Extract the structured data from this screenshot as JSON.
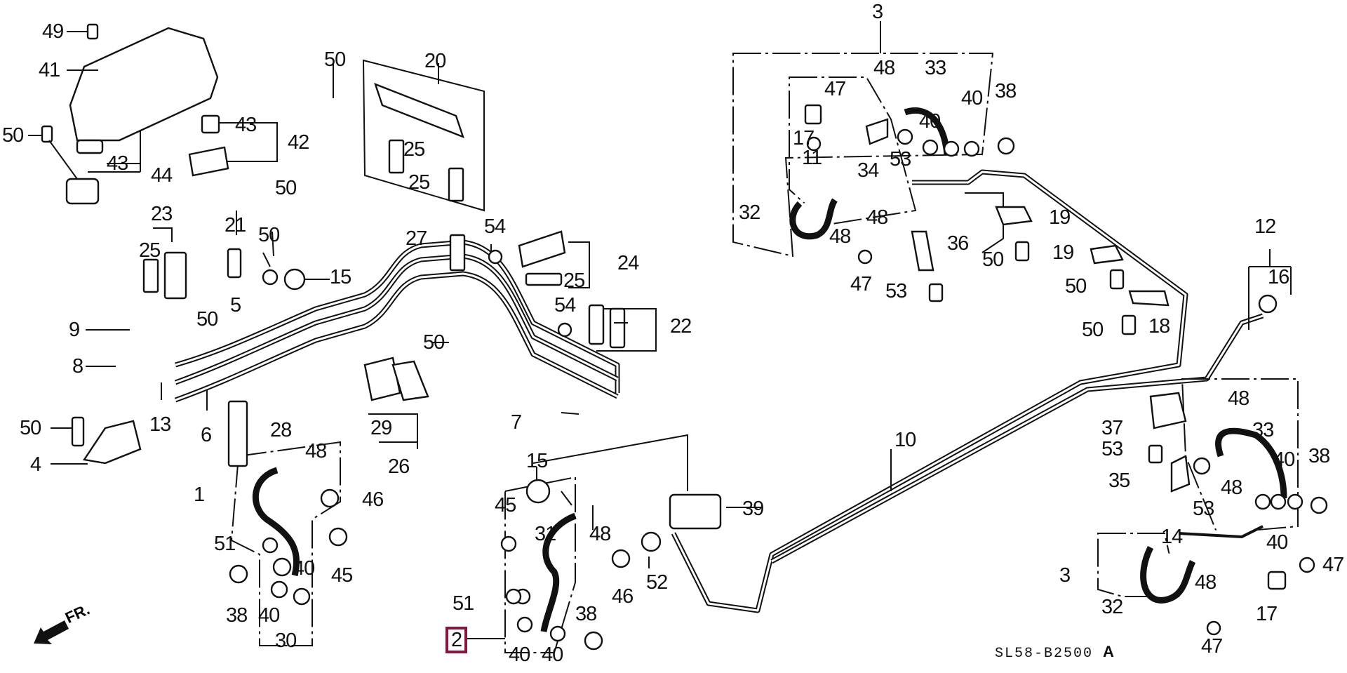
{
  "diagram": {
    "title": "Brake lines parts diagram",
    "drawing_code": "SL58-B2500",
    "drawing_revision": "A",
    "direction_label": "FR.",
    "highlight_color": "#8b1538",
    "highlighted_part": "2"
  },
  "callouts": [
    {
      "id": "49",
      "label": "49"
    },
    {
      "id": "41",
      "label": "41"
    },
    {
      "id": "50a",
      "label": "50"
    },
    {
      "id": "43a",
      "label": "43"
    },
    {
      "id": "44",
      "label": "44"
    },
    {
      "id": "43b",
      "label": "43"
    },
    {
      "id": "42",
      "label": "42"
    },
    {
      "id": "50b",
      "label": "50"
    },
    {
      "id": "50c",
      "label": "50"
    },
    {
      "id": "20",
      "label": "20"
    },
    {
      "id": "25a",
      "label": "25"
    },
    {
      "id": "25b",
      "label": "25"
    },
    {
      "id": "23",
      "label": "23"
    },
    {
      "id": "25c",
      "label": "25"
    },
    {
      "id": "21",
      "label": "21"
    },
    {
      "id": "50d",
      "label": "50"
    },
    {
      "id": "15a",
      "label": "15"
    },
    {
      "id": "50e",
      "label": "50"
    },
    {
      "id": "5",
      "label": "5"
    },
    {
      "id": "27",
      "label": "27"
    },
    {
      "id": "54a",
      "label": "54"
    },
    {
      "id": "24",
      "label": "24"
    },
    {
      "id": "25d",
      "label": "25"
    },
    {
      "id": "54b",
      "label": "54"
    },
    {
      "id": "22",
      "label": "22"
    },
    {
      "id": "9",
      "label": "9"
    },
    {
      "id": "8",
      "label": "8"
    },
    {
      "id": "50f",
      "label": "50"
    },
    {
      "id": "13",
      "label": "13"
    },
    {
      "id": "6",
      "label": "6"
    },
    {
      "id": "28",
      "label": "28"
    },
    {
      "id": "29",
      "label": "29"
    },
    {
      "id": "26",
      "label": "26"
    },
    {
      "id": "7",
      "label": "7"
    },
    {
      "id": "50g",
      "label": "50"
    },
    {
      "id": "4",
      "label": "4"
    },
    {
      "id": "1",
      "label": "1"
    },
    {
      "id": "48a",
      "label": "48"
    },
    {
      "id": "46a",
      "label": "46"
    },
    {
      "id": "51a",
      "label": "51"
    },
    {
      "id": "45a",
      "label": "45"
    },
    {
      "id": "38a",
      "label": "38"
    },
    {
      "id": "40a",
      "label": "40"
    },
    {
      "id": "40b",
      "label": "40"
    },
    {
      "id": "30",
      "label": "30"
    },
    {
      "id": "15b",
      "label": "15"
    },
    {
      "id": "45b",
      "label": "45"
    },
    {
      "id": "31",
      "label": "31"
    },
    {
      "id": "48b",
      "label": "48"
    },
    {
      "id": "39",
      "label": "39"
    },
    {
      "id": "46b",
      "label": "46"
    },
    {
      "id": "52",
      "label": "52"
    },
    {
      "id": "51b",
      "label": "51"
    },
    {
      "id": "38b",
      "label": "38"
    },
    {
      "id": "2",
      "label": "2"
    },
    {
      "id": "40c",
      "label": "40"
    },
    {
      "id": "40d",
      "label": "40"
    },
    {
      "id": "10",
      "label": "10"
    },
    {
      "id": "3a",
      "label": "3"
    },
    {
      "id": "48c",
      "label": "48"
    },
    {
      "id": "33a",
      "label": "33"
    },
    {
      "id": "47a",
      "label": "47"
    },
    {
      "id": "40e",
      "label": "40"
    },
    {
      "id": "40f",
      "label": "40"
    },
    {
      "id": "38c",
      "label": "38"
    },
    {
      "id": "17a",
      "label": "17"
    },
    {
      "id": "53a",
      "label": "53"
    },
    {
      "id": "11",
      "label": "11"
    },
    {
      "id": "34",
      "label": "34"
    },
    {
      "id": "32a",
      "label": "32"
    },
    {
      "id": "48d",
      "label": "48"
    },
    {
      "id": "48e",
      "label": "48"
    },
    {
      "id": "19a",
      "label": "19"
    },
    {
      "id": "36",
      "label": "36"
    },
    {
      "id": "19b",
      "label": "19"
    },
    {
      "id": "50h",
      "label": "50"
    },
    {
      "id": "47b",
      "label": "47"
    },
    {
      "id": "53b",
      "label": "53"
    },
    {
      "id": "50i",
      "label": "50"
    },
    {
      "id": "18",
      "label": "18"
    },
    {
      "id": "50j",
      "label": "50"
    },
    {
      "id": "12",
      "label": "12"
    },
    {
      "id": "16",
      "label": "16"
    },
    {
      "id": "48f",
      "label": "48"
    },
    {
      "id": "37",
      "label": "37"
    },
    {
      "id": "33b",
      "label": "33"
    },
    {
      "id": "53c",
      "label": "53"
    },
    {
      "id": "40g",
      "label": "40"
    },
    {
      "id": "38d",
      "label": "38"
    },
    {
      "id": "35",
      "label": "35"
    },
    {
      "id": "53d",
      "label": "53"
    },
    {
      "id": "48g",
      "label": "48"
    },
    {
      "id": "14",
      "label": "14"
    },
    {
      "id": "40h",
      "label": "40"
    },
    {
      "id": "3b",
      "label": "3"
    },
    {
      "id": "47c",
      "label": "47"
    },
    {
      "id": "48h",
      "label": "48"
    },
    {
      "id": "32b",
      "label": "32"
    },
    {
      "id": "17b",
      "label": "17"
    },
    {
      "id": "47d",
      "label": "47"
    }
  ]
}
